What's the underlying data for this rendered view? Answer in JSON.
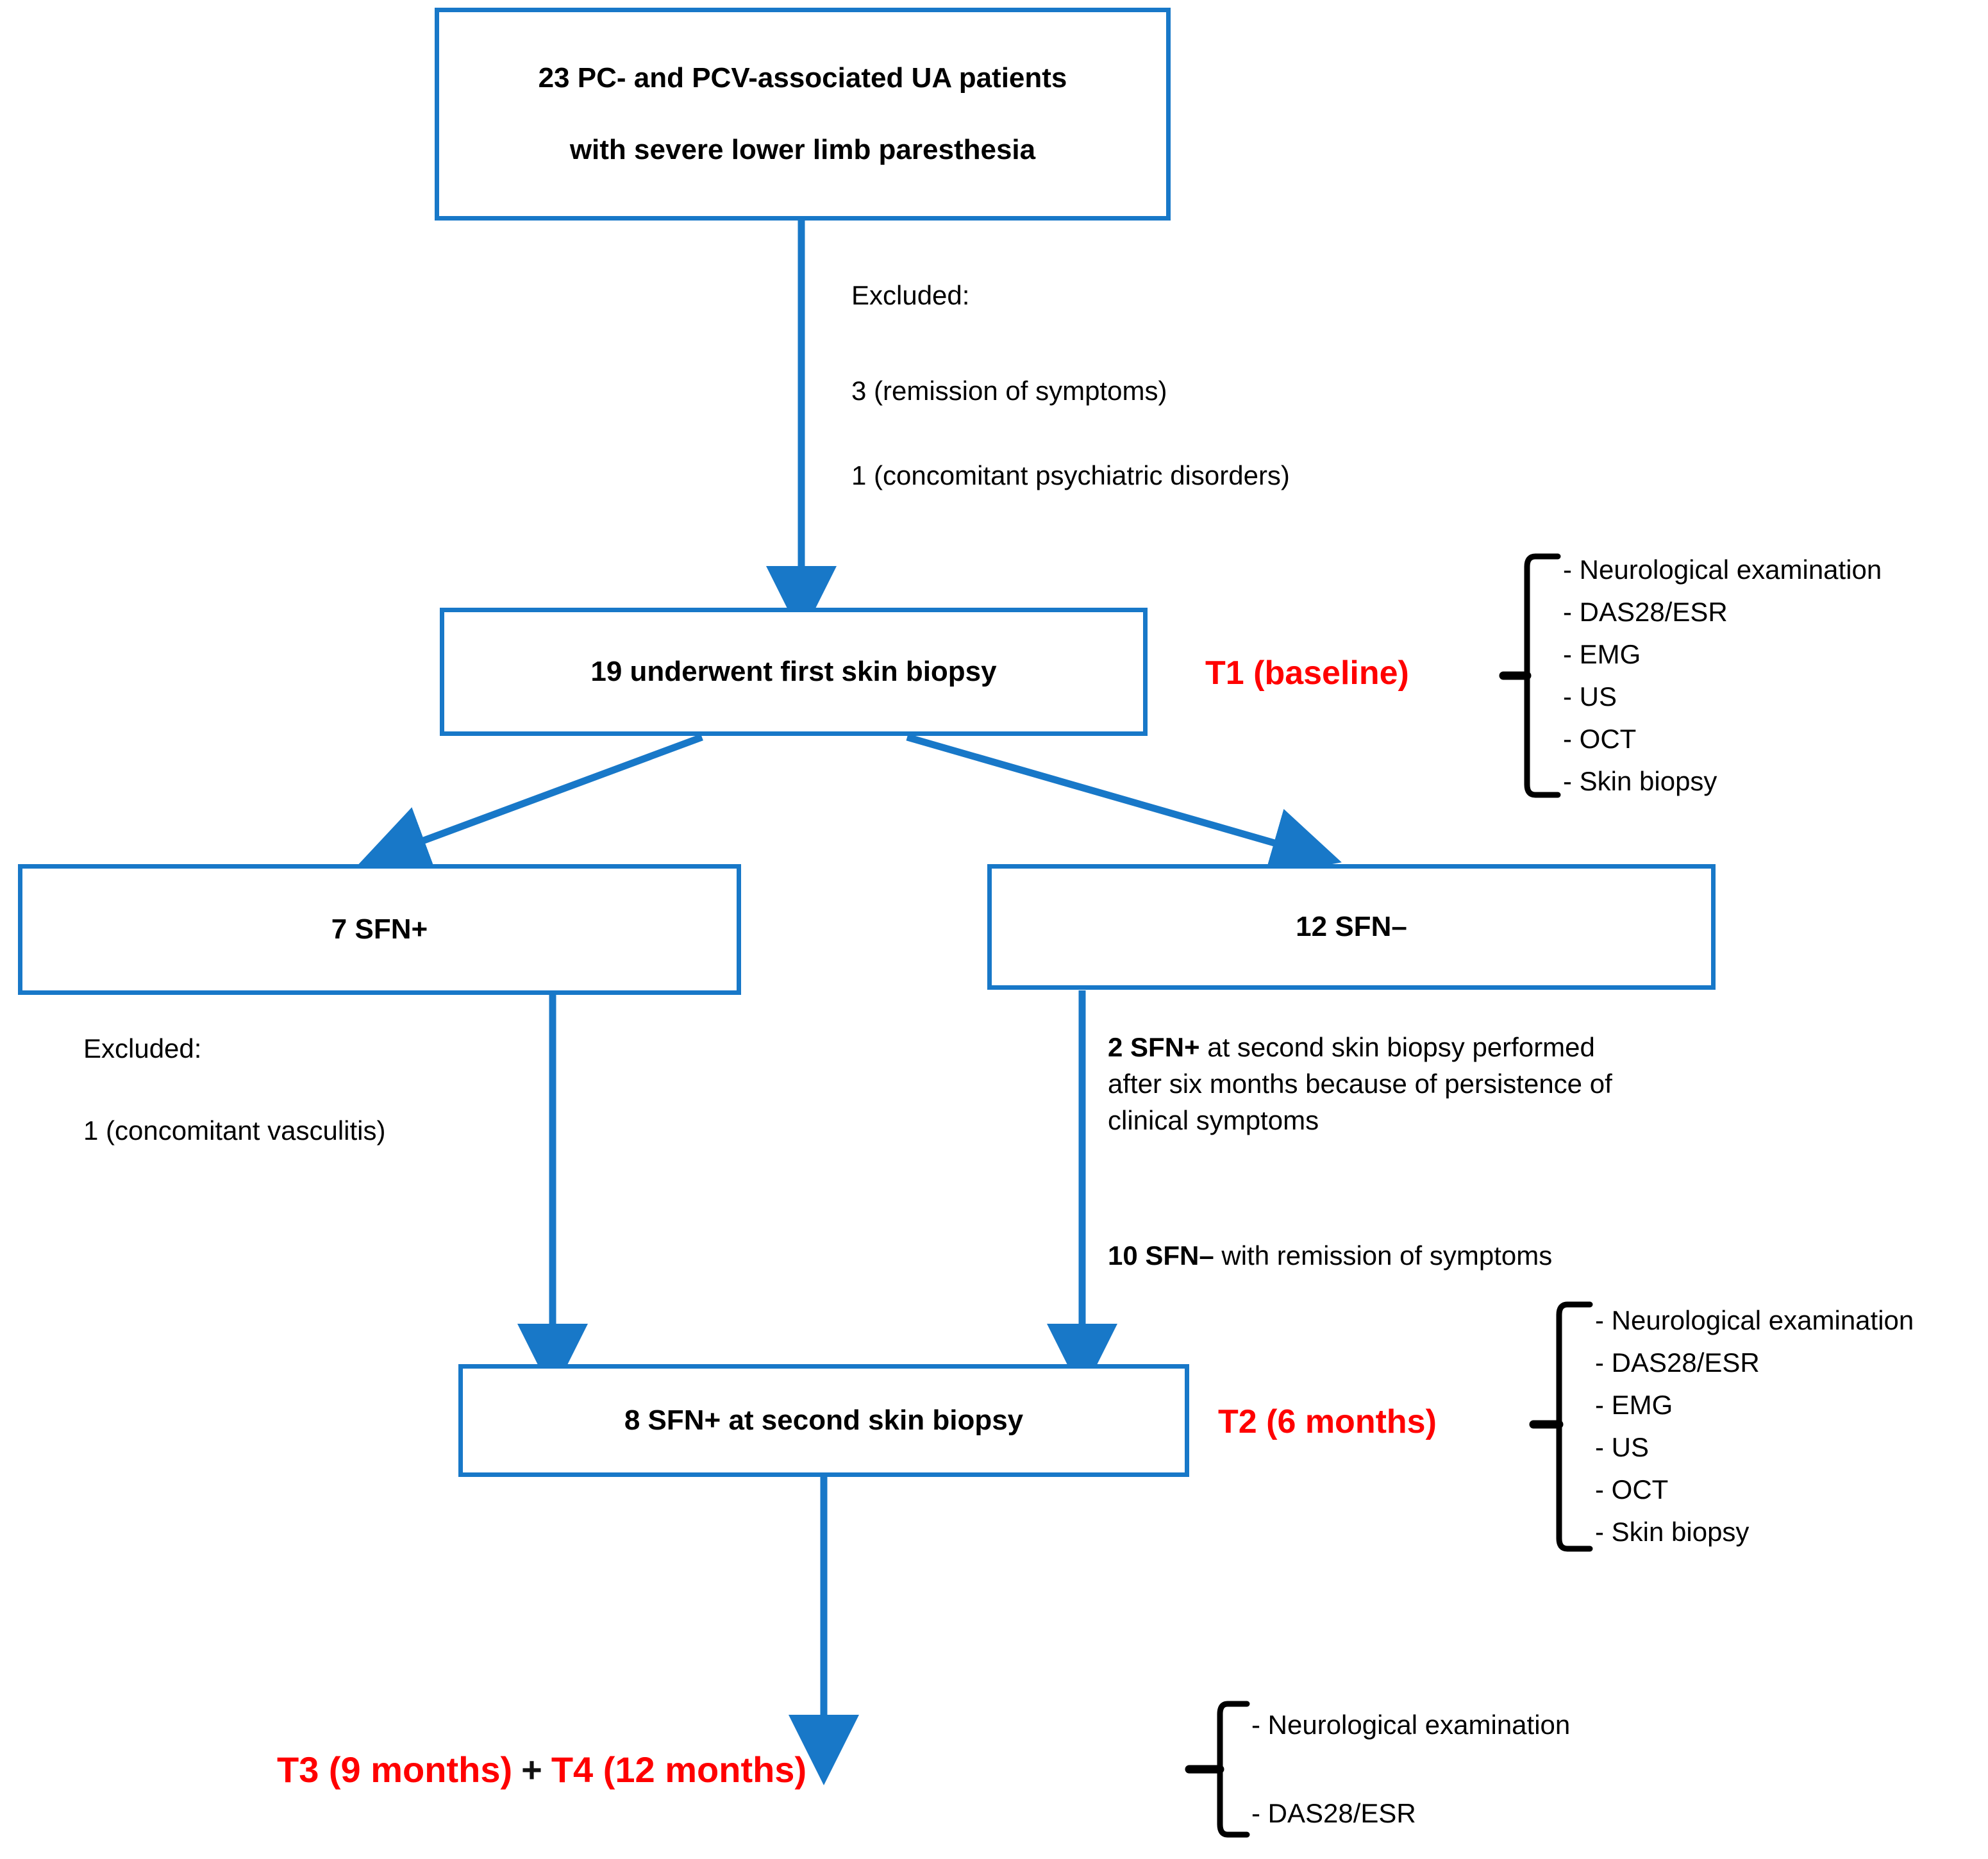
{
  "figure": {
    "type": "flowchart",
    "accent_blue": "#1878C8",
    "accent_red": "#FF0000",
    "text_color": "#000000"
  },
  "nodes": {
    "top_box": {
      "line1": "23 PC- and PCV-associated UA patients",
      "line2": "with severe lower limb paresthesia"
    },
    "first_biopsy_box": {
      "label": "19 underwent first skin biopsy"
    },
    "sfn_pos_box": {
      "label": "7 SFN+"
    },
    "sfn_neg_box": {
      "label": "12 SFN–"
    },
    "second_biopsy_box": {
      "label": "8 SFN+ at second skin biopsy"
    }
  },
  "annotations": {
    "excluded_top": {
      "heading": "Excluded:",
      "reason1": "3 (remission of symptoms)",
      "reason2": "1 (concomitant psychiatric disorders)"
    },
    "excluded_left": {
      "heading": "Excluded:",
      "reason1": "1 (concomitant vasculitis)"
    },
    "converted_note": {
      "bold": "2 SFN+",
      "rest": " at second skin biopsy performed after six months because of persistence of clinical symptoms"
    },
    "remission_note": {
      "bold": "10 SFN–",
      "rest": " with remission of symptoms"
    }
  },
  "timepoints": [
    {
      "id": "T1",
      "label": "T1 (baseline)",
      "assessments": [
        "- Neurological examination",
        "- DAS28/ESR",
        "- EMG",
        "- US",
        "- OCT",
        "- Skin biopsy"
      ]
    },
    {
      "id": "T2",
      "label": "T2 (6 months)",
      "assessments": [
        "- Neurological examination",
        "- DAS28/ESR",
        "- EMG",
        "- US",
        "- OCT",
        "- Skin biopsy"
      ]
    },
    {
      "id": "T34",
      "label_a": "T3 (9 months)",
      "plus": "+",
      "label_b": "T4 (12 months)",
      "assessments": [
        "- Neurological examination",
        "- DAS28/ESR"
      ]
    }
  ]
}
